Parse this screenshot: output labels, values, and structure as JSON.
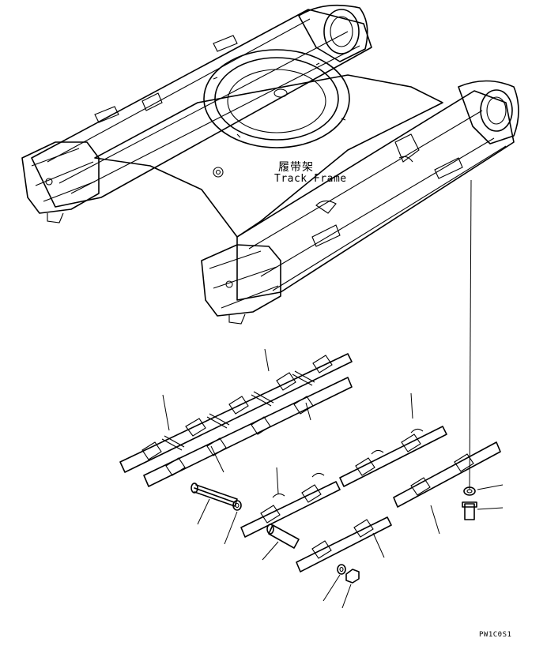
{
  "diagram": {
    "part_label_cn": "履带架",
    "part_label_en": "Track Frame",
    "drawing_code": "PW1C0S1"
  }
}
